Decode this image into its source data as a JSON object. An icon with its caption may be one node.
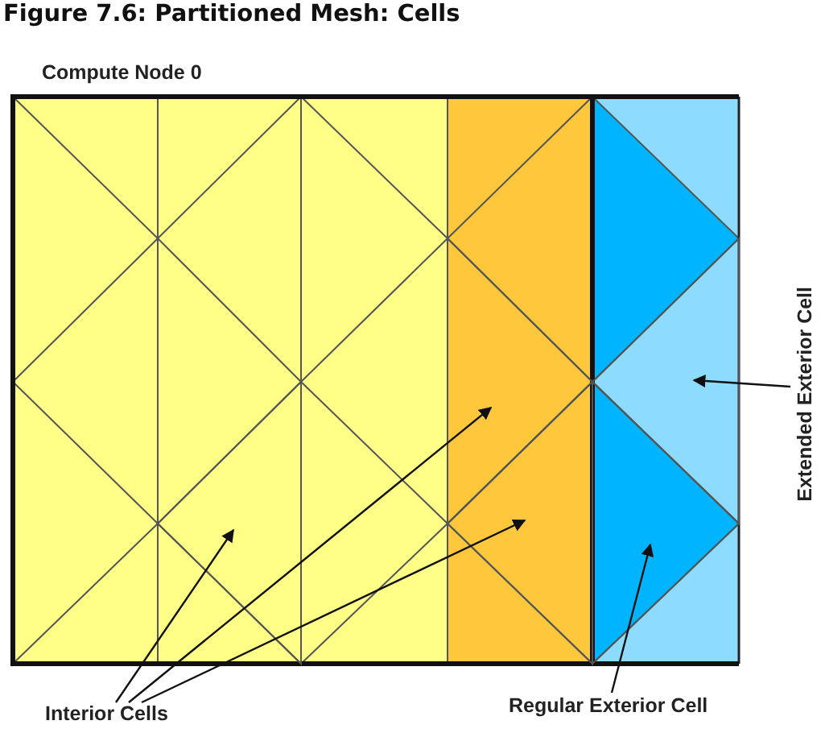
{
  "diagram": {
    "title": "Figure 7.6: Partitioned Mesh: Cells",
    "nodes": [
      {
        "text": [
          "Compute Node 0"
        ]
      },
      {
        "text": [],
        "shape": "triangle",
        "in": 0
      },
      {
        "text": [],
        "shape": "triangle",
        "in": 0
      },
      {
        "text": [],
        "shape": "triangle",
        "in": 0
      },
      {
        "text": [],
        "shape": "triangle",
        "in": 0
      },
      {
        "text": [],
        "shape": "triangle",
        "in": 0
      },
      {
        "text": [
          "Interior Cells"
        ]
      },
      {
        "text": [
          "Regular Exterior Cell"
        ]
      },
      {
        "text": [
          "Extended Exterior Cell"
        ]
      }
    ],
    "edges": [
      {
        "from": 6,
        "to": 1,
        "arrow": "to"
      },
      {
        "from": 6,
        "to": 2,
        "arrow": "to"
      },
      {
        "from": 6,
        "to": 3,
        "arrow": "to"
      },
      {
        "from": 7,
        "to": 4,
        "arrow": "to"
      },
      {
        "from": 8,
        "to": 5,
        "arrow": "to"
      }
    ]
  }
}
